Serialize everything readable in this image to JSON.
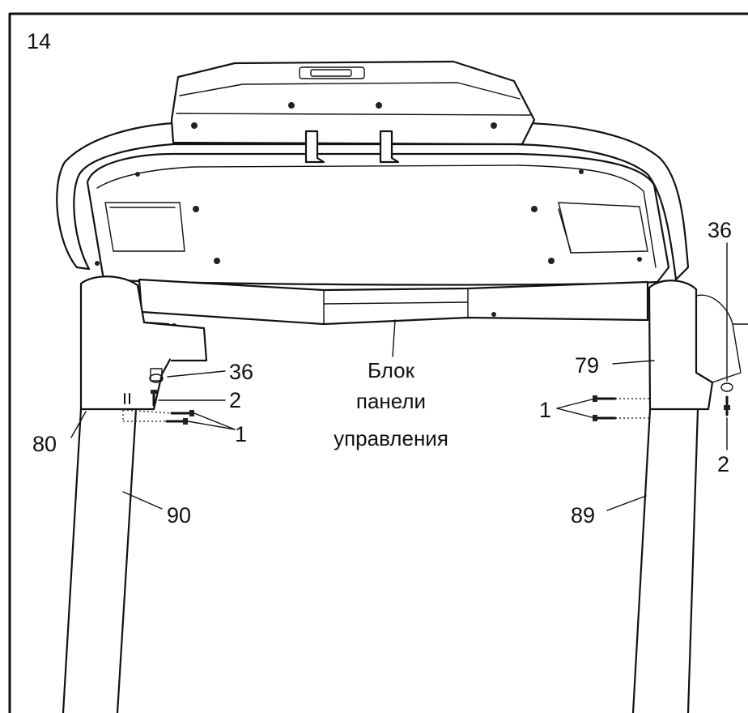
{
  "step_number": "14",
  "callouts": {
    "hardware_36_left": "36",
    "hardware_2_left": "2",
    "hardware_1_left": "1",
    "part_80": "80",
    "part_90": "90",
    "console_line1": "Блок",
    "console_line2": "панели",
    "console_line3": "управления",
    "part_79": "79",
    "hardware_1_right": "1",
    "hardware_36_right": "36",
    "hardware_2_right": "2",
    "part_89": "89"
  },
  "colors": {
    "ink": "#111111",
    "background": "#ffffff"
  }
}
